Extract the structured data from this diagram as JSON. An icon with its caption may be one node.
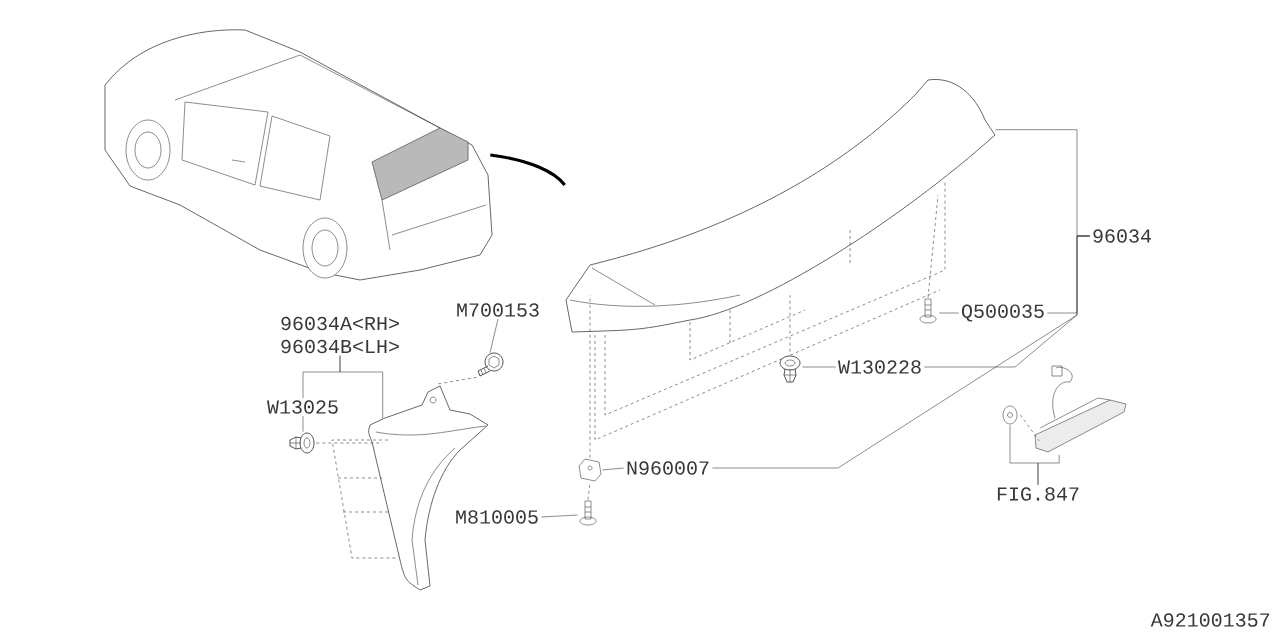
{
  "diagram": {
    "nodes": [
      {
        "text": [],
        "shape": "picture"
      },
      {
        "text": [],
        "shape": "picture"
      },
      {
        "text": [
          "96034"
        ]
      },
      {
        "text": [
          "Q500035"
        ]
      },
      {
        "text": [],
        "shape": "picture"
      },
      {
        "text": [
          "W130228"
        ]
      },
      {
        "text": [],
        "shape": "picture"
      },
      {
        "text": [
          "N960007"
        ]
      },
      {
        "text": [],
        "shape": "picture"
      },
      {
        "text": [
          "M810005"
        ]
      },
      {
        "text": [],
        "shape": "picture"
      },
      {
        "text": [
          "M700153"
        ]
      },
      {
        "text": [],
        "shape": "picture"
      },
      {
        "text": [
          "96034A<RH>",
          "96034B<LH>"
        ]
      },
      {
        "text": [],
        "shape": "picture"
      },
      {
        "text": [
          "W13025"
        ]
      },
      {
        "text": [],
        "shape": "picture"
      },
      {
        "text": [
          "FIG.847"
        ]
      },
      {
        "text": [],
        "shape": "picture"
      },
      {
        "text": [],
        "shape": "picture"
      }
    ],
    "edges": [
      {
        "from": 0,
        "to": 1,
        "arrow": "none",
        "style": "thick"
      },
      {
        "from": 2,
        "to": 1,
        "arrow": "none"
      },
      {
        "from": 2,
        "to": 3,
        "arrow": "none"
      },
      {
        "from": 2,
        "to": 5,
        "arrow": "none"
      },
      {
        "from": 2,
        "to": 7,
        "arrow": "none"
      },
      {
        "from": 3,
        "to": 4,
        "arrow": "none"
      },
      {
        "from": 5,
        "to": 6,
        "arrow": "none"
      },
      {
        "from": 7,
        "to": 8,
        "arrow": "none"
      },
      {
        "from": 9,
        "to": 10,
        "arrow": "none"
      },
      {
        "from": 11,
        "to": 12,
        "arrow": "none"
      },
      {
        "from": 13,
        "to": 14,
        "arrow": "none"
      },
      {
        "from": 13,
        "to": 15,
        "arrow": "none"
      },
      {
        "from": 15,
        "to": 16,
        "arrow": "none"
      },
      {
        "from": 17,
        "to": 18,
        "arrow": "none"
      },
      {
        "from": 17,
        "to": 19,
        "arrow": "none"
      },
      {
        "from": 12,
        "to": 14,
        "arrow": "none",
        "style": "dashed"
      },
      {
        "from": 16,
        "to": 14,
        "arrow": "none",
        "style": "dashed"
      },
      {
        "from": 4,
        "to": 1,
        "arrow": "none",
        "style": "dashed"
      },
      {
        "from": 6,
        "to": 1,
        "arrow": "none",
        "style": "dashed"
      },
      {
        "from": 8,
        "to": 1,
        "arrow": "none",
        "style": "dashed"
      },
      {
        "from": 10,
        "to": 8,
        "arrow": "none",
        "style": "dashed"
      },
      {
        "from": 19,
        "to": 18,
        "arrow": "none",
        "style": "dashed"
      }
    ],
    "labels": [
      "A921001357"
    ]
  }
}
